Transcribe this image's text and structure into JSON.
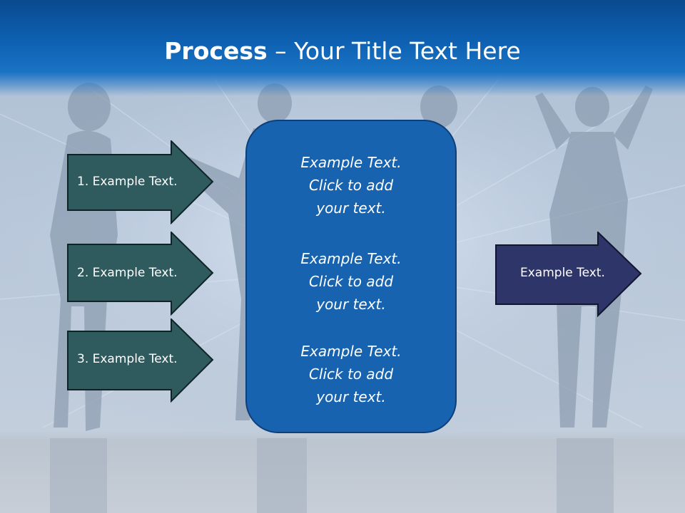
{
  "title": {
    "bold": "Process",
    "rest": " – Your Title Text Here"
  },
  "left_steps": [
    {
      "label": "1. Example Text."
    },
    {
      "label": "2. Example Text."
    },
    {
      "label": "3. Example Text."
    }
  ],
  "center_items": [
    {
      "line1": "Example Text.",
      "line2": "Click  to add",
      "line3": "your text."
    },
    {
      "line1": "Example Text.",
      "line2": "Click  to add",
      "line3": "your text."
    },
    {
      "line1": "Example Text.",
      "line2": "Click  to add",
      "line3": "your text."
    }
  ],
  "output": {
    "label": "Example Text."
  },
  "colors": {
    "step_fill": "#2f5a5e",
    "output_fill": "#2e3568",
    "center_fill": "#1763b0",
    "header": "#0d5fb0"
  }
}
